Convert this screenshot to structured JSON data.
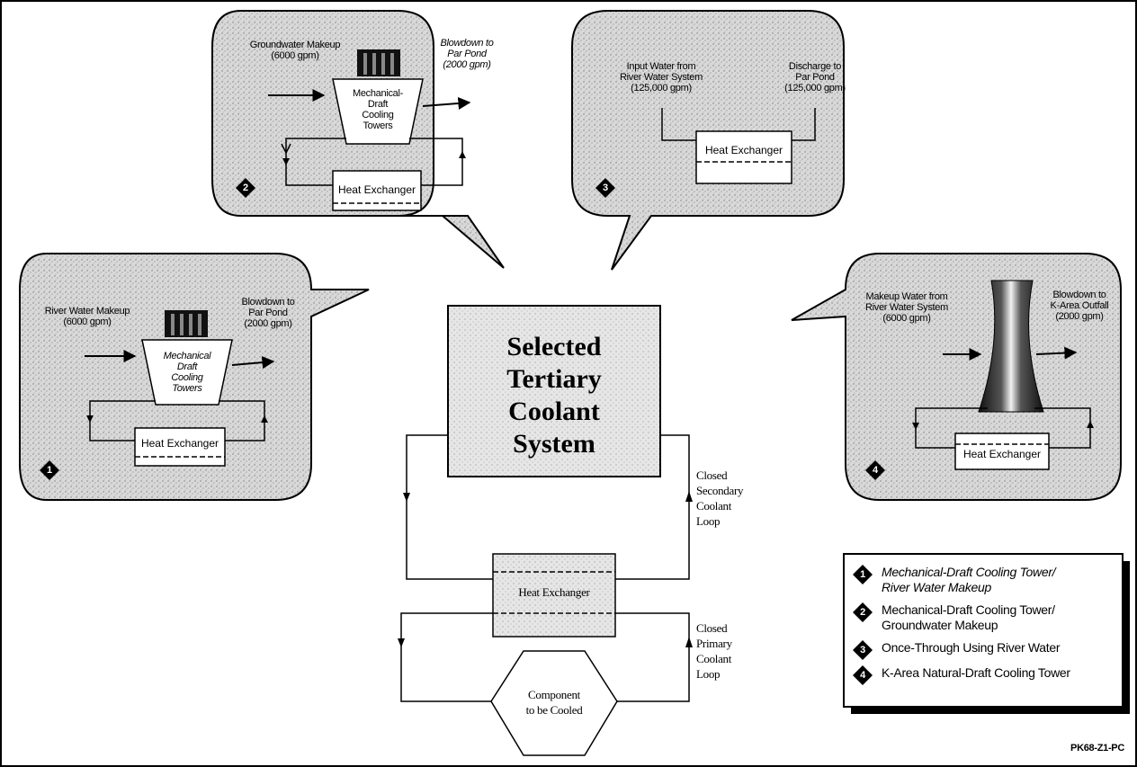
{
  "figure_id": "PK68-Z1-PC",
  "center": {
    "title": "Selected\nTertiary\nCoolant\nSystem",
    "secondary_loop_label": "Closed\nSecondary\nCoolant\nLoop",
    "primary_loop_label": "Closed\nPrimary\nCoolant\nLoop",
    "heat_exchanger": "Heat Exchanger",
    "component": "Component\nto be Cooled"
  },
  "options": [
    {
      "number": "1",
      "makeup": "River Water Makeup\n(6000 gpm)",
      "blowdown": "Blowdown to\nPar Pond\n(2000 gpm)",
      "tower": "Mechanical\nDraft\nCooling\nTowers",
      "heat_exchanger": "Heat Exchanger"
    },
    {
      "number": "2",
      "makeup": "Groundwater Makeup\n(6000 gpm)",
      "blowdown": "Blowdown to\nPar Pond\n(2000 gpm)",
      "tower": "Mechanical-\nDraft\nCooling\nTowers",
      "heat_exchanger": "Heat Exchanger"
    },
    {
      "number": "3",
      "input": "Input Water from\nRiver Water System\n(125,000 gpm)",
      "discharge": "Discharge to\nPar Pond\n(125,000 gpm)",
      "heat_exchanger": "Heat Exchanger"
    },
    {
      "number": "4",
      "makeup": "Makeup Water from\nRiver Water System\n(6000 gpm)",
      "blowdown": "Blowdown to\nK-Area Outfall\n(2000 gpm)",
      "heat_exchanger": "Heat Exchanger"
    }
  ],
  "legend": [
    {
      "number": "1",
      "text": "Mechanical-Draft Cooling Tower/\nRiver Water Makeup",
      "italic": true
    },
    {
      "number": "2",
      "text": "Mechanical-Draft Cooling Tower/\nGroundwater Makeup",
      "italic": false
    },
    {
      "number": "3",
      "text": "Once-Through Using River Water",
      "italic": false
    },
    {
      "number": "4",
      "text": "K-Area Natural-Draft Cooling Tower",
      "italic": false
    }
  ]
}
